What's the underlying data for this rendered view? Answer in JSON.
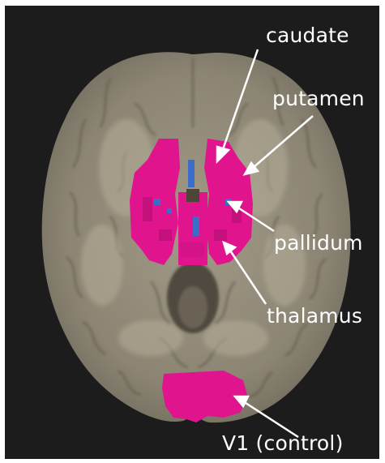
{
  "image": {
    "description_colors": {
      "background": "#1c1c1c",
      "brain_tissue": "#8f8877",
      "white_matter": "#a8a290",
      "highlight_region": "#e0148c",
      "ventricle": "#3a6ec8",
      "annotation": "#ffffff"
    },
    "labels": {
      "caudate": "caudate",
      "putamen": "putamen",
      "pallidum": "pallidum",
      "thalamus": "thalamus",
      "v1": "V1 (control)"
    }
  }
}
